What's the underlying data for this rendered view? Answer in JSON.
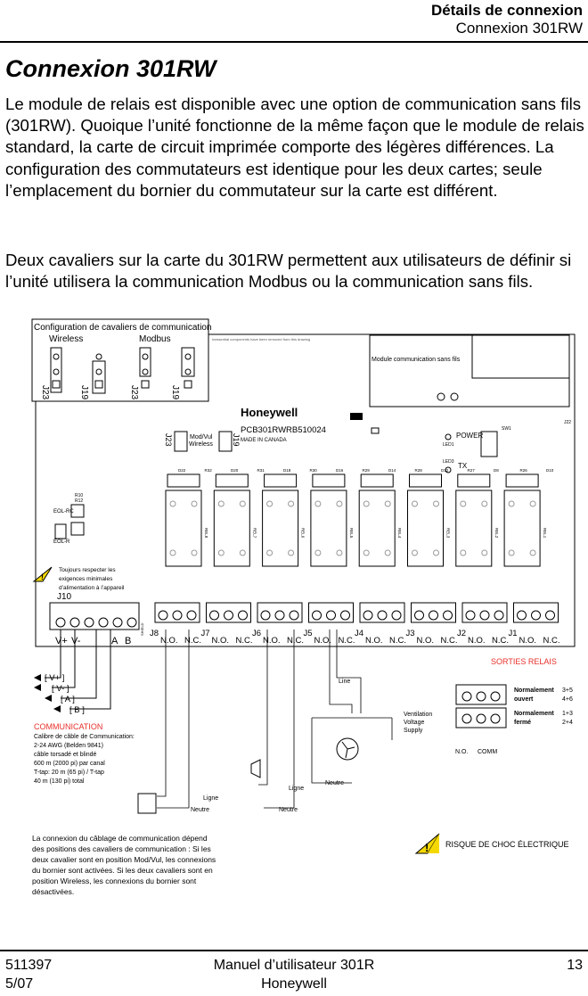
{
  "header": {
    "section": "Détails de connexion",
    "subsection": "Connexion 301RW"
  },
  "title": "Connexion 301RW",
  "paragraphs": [
    "Le module de relais est disponible avec une option de communication sans fils (301RW).  Quoique l’unité fonctionne de la même façon que le module de relais standard, la carte de circuit imprimée comporte des légères différences. La configuration des commutateurs est identique pour les deux cartes; seule l’emplacement du bornier du commutateur sur la carte est différent.",
    "Deux cavaliers sur la carte du 301RW permettent aux utilisateurs de définir si l’unité utilisera la communication Modbus ou la communication sans fils."
  ],
  "diagram": {
    "jumper_box_title": "Configuration de cavaliers de communication",
    "wireless": "Wireless",
    "modbus": "Modbus",
    "j23": "J23",
    "j19": "J19",
    "removed_note": "Inessential components have been removed from this drawing",
    "wireless_module": "Module communication sans fils",
    "brand": "Honeywell",
    "part_number": "PCB301RWRB510024",
    "made_in": "MADE IN CANADA",
    "mod_vul": "Mod/Vul",
    "wireless_label": "Wireless",
    "power": "POWER",
    "tx": "TX",
    "led1": "LED1",
    "led3": "LED3",
    "sw1": "SW1",
    "j22": "J22",
    "eol_rc": "EOL-RC",
    "eol_r": "EOL-R",
    "r10": "R10",
    "r12": "R12",
    "warning_supply": "Toujours respecter les exigences minimales d’alimentation à l’appareil",
    "j10": "J10",
    "comm_terminals": [
      "V+",
      "V-",
      "A",
      "B"
    ],
    "relay_headers": [
      "J8",
      "J7",
      "J6",
      "J5",
      "J4",
      "J3",
      "J2",
      "J1"
    ],
    "no": "N.O.",
    "nc": "N.C.",
    "relay_names": [
      "REL8",
      "REL7",
      "REL6",
      "REL5",
      "REL4",
      "REL3",
      "REL2",
      "REL1"
    ],
    "comp_labels": [
      "D22",
      "R32",
      "D20",
      "R31",
      "D18",
      "R30",
      "D16",
      "R29",
      "D14",
      "R28",
      "D12",
      "R27",
      "D8",
      "R26",
      "D10"
    ],
    "sorties": "SORTIES RELAIS",
    "bus": [
      "[ V+ ]",
      "[ V- ]",
      "[ A ]",
      "[ B ]"
    ],
    "line": "Line",
    "ventilation": [
      "Ventilation",
      "Voltage",
      "Supply"
    ],
    "neutre": "Neutre",
    "ligne": "Ligne",
    "shield": "SHIELD",
    "norm_ouvert": [
      "Normalement",
      "ouvert"
    ],
    "norm_ouvert_pins": "3+5",
    "norm_ouvert_pins2": "4+6",
    "norm_ferme": [
      "Normalement",
      "fermé"
    ],
    "norm_ferme_pins": "1+3",
    "norm_ferme_pins2": "2+4",
    "no_small": "N.O.",
    "comm_small": "COMM",
    "communication_title": "COMMUNICATION",
    "communication_lines": [
      "Calibre de câble de Communication:",
      "2-24 AWG (Belden 9841)",
      "câble torsadé et blindé",
      "600 m (2000 pi) par canal",
      "T-tap: 20 m (65 pi) / T-tap",
      "40 m (130 pi) total"
    ],
    "note_lines": [
      "La connexion du câblage de communication dépend",
      "des positions des cavaliers de communication : Si les",
      "deux cavalier sont en position Mod/Vul, les connexions",
      "du bornier sont activées. Si les deux cavaliers sont en",
      "position Wireless, les connexions du bornier sont",
      "désactivées."
    ],
    "shock_warning": "RISQUE DE CHOC ÉLECTRIQUE"
  },
  "footer": {
    "doc_number": "511397",
    "date": "5/07",
    "manual": "Manuel d’utilisateur 301R",
    "company": "Honeywell",
    "page": "13"
  },
  "colors": {
    "accent_red": "#e8302a",
    "warning_yellow": "#f5d800"
  }
}
